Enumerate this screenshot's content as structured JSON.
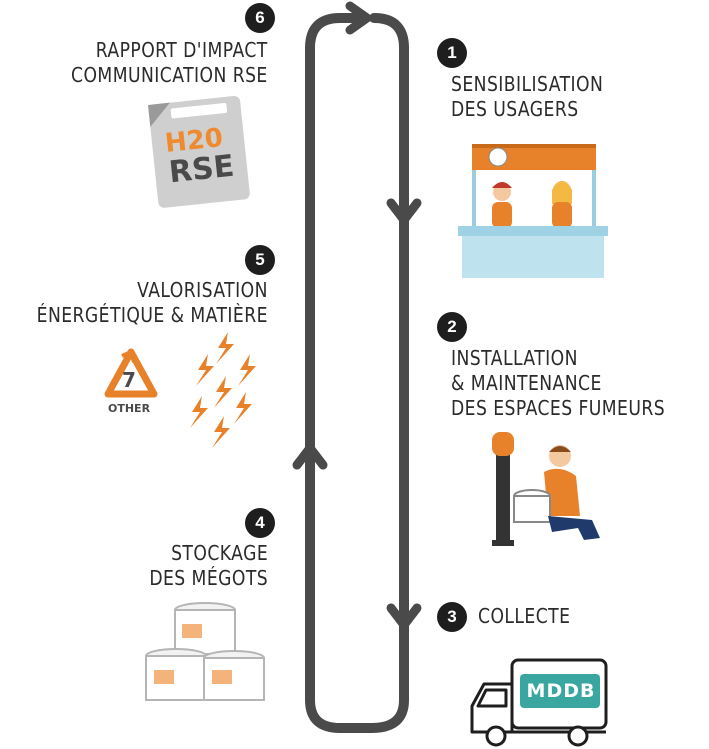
{
  "steps": [
    {
      "number": "1",
      "lines": [
        "SENSIBILISATION",
        "DES USAGERS"
      ]
    },
    {
      "number": "2",
      "lines": [
        "INSTALLATION",
        "& MAINTENANCE",
        "DES ESPACES FUMEURS"
      ]
    },
    {
      "number": "3",
      "lines": [
        "COLLECTE"
      ]
    },
    {
      "number": "4",
      "lines": [
        "STOCKAGE",
        "DES MÉGOTS"
      ]
    },
    {
      "number": "5",
      "lines": [
        "VALORISATION",
        "ÉNERGÉTIQUE & MATIÈRE"
      ]
    },
    {
      "number": "6",
      "lines": [
        "RAPPORT D'IMPACT",
        "COMMUNICATION RSE"
      ]
    }
  ],
  "icons": {
    "report_line1": "H20",
    "report_line2": "RSE",
    "recycle_number": "7",
    "recycle_label": "OTHER",
    "truck_brand": "MDDB"
  },
  "colors": {
    "accent": "#e8822a",
    "loop": "#4a4a4a",
    "badge": "#1e1e1e",
    "stand_counter": "#bfe3ee"
  }
}
